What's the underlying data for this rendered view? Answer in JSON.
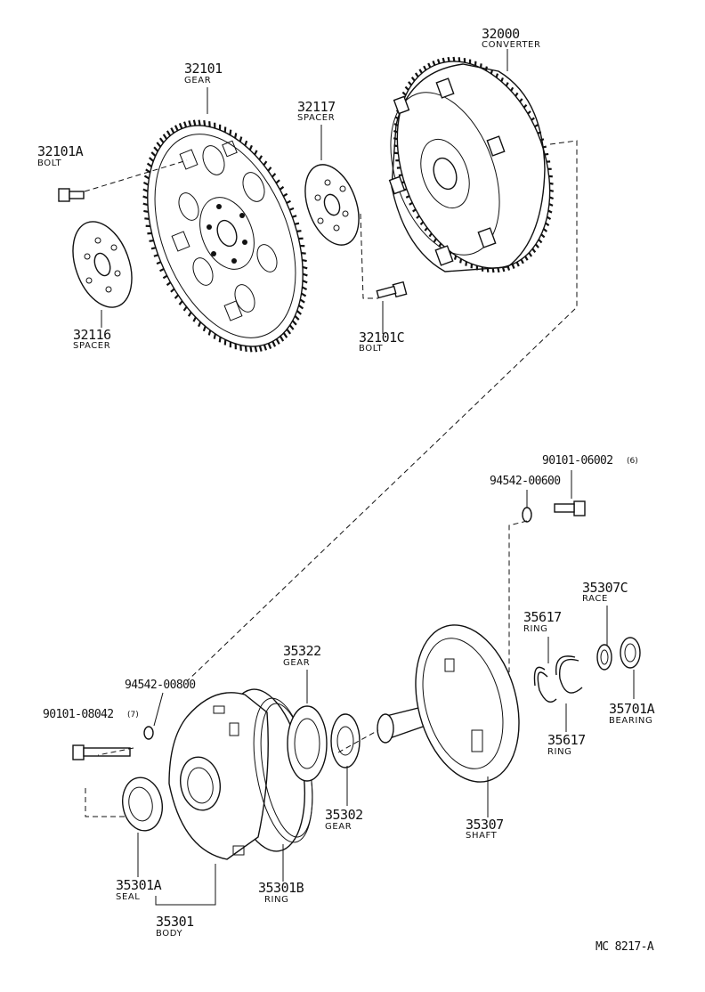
{
  "figure_code": "MC 8217-A",
  "parts": {
    "p32000": {
      "number": "32000",
      "name": "CONVERTER"
    },
    "p32101": {
      "number": "32101",
      "name": "GEAR"
    },
    "p32117": {
      "number": "32117",
      "name": "SPACER"
    },
    "p32101a": {
      "number": "32101A",
      "name": "BOLT"
    },
    "p32116": {
      "number": "32116",
      "name": "SPACER"
    },
    "p32101c": {
      "number": "32101C",
      "name": "BOLT"
    },
    "p90101_06002": {
      "number": "90101-06002",
      "qty": "(6)"
    },
    "p94542_00600": {
      "number": "94542-00600"
    },
    "p35307c": {
      "number": "35307C",
      "name": "RACE"
    },
    "p35617_top": {
      "number": "35617",
      "name": "RING"
    },
    "p35322": {
      "number": "35322",
      "name": "GEAR"
    },
    "p94542_00800": {
      "number": "94542-00800"
    },
    "p90101_08042": {
      "number": "90101-08042",
      "qty": "(7)"
    },
    "p35701a": {
      "number": "35701A",
      "name": "BEARING"
    },
    "p35617_bottom": {
      "number": "35617",
      "name": "RING"
    },
    "p35302": {
      "number": "35302",
      "name": "GEAR"
    },
    "p35307": {
      "number": "35307",
      "name": "SHAFT"
    },
    "p35301a": {
      "number": "35301A",
      "name": "SEAL"
    },
    "p35301b": {
      "number": "35301B",
      "name": "RING"
    },
    "p35301": {
      "number": "35301",
      "name": "BODY"
    }
  }
}
